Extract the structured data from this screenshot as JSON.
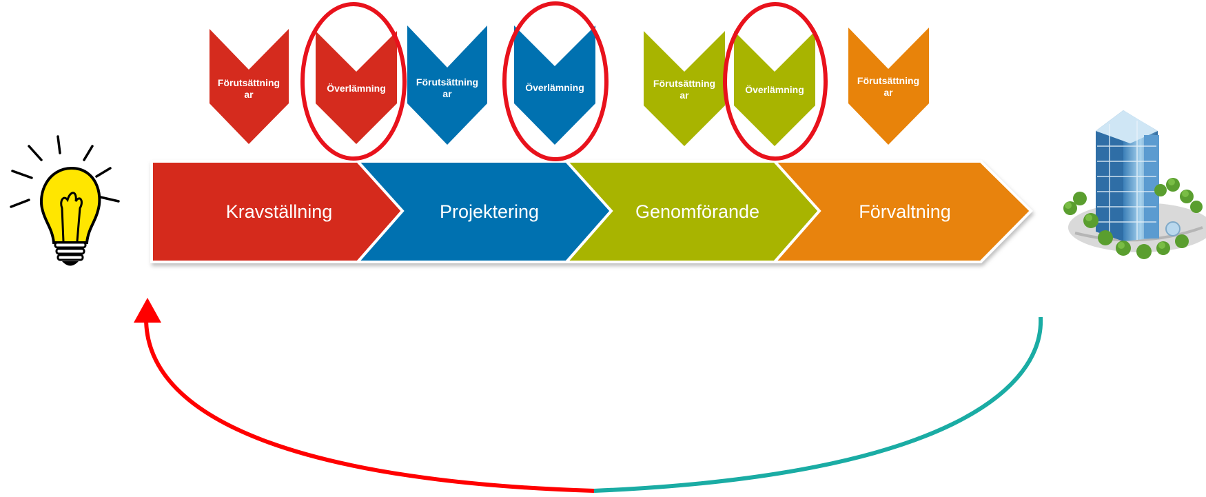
{
  "phases": [
    {
      "label": "Kravställning",
      "color": "#d52b1e"
    },
    {
      "label": "Projektering",
      "color": "#0071b0"
    },
    {
      "label": "Genomförande",
      "color": "#a8b400"
    },
    {
      "label": "Förvaltning",
      "color": "#e8830a"
    }
  ],
  "inputs": [
    {
      "label_line1": "Förutsättning",
      "label_line2": "ar",
      "color": "#d52b1e"
    },
    {
      "label_line1": "Förutsättning",
      "label_line2": "ar",
      "color": "#0071b0"
    },
    {
      "label_line1": "Förutsättning",
      "label_line2": "ar",
      "color": "#a8b400"
    },
    {
      "label_line1": "Förutsättning",
      "label_line2": "ar",
      "color": "#e8830a"
    }
  ],
  "handovers": [
    {
      "label": "Överlämning",
      "color": "#d52b1e",
      "highlighted": true
    },
    {
      "label": "Överlämning",
      "color": "#0071b0",
      "highlighted": true
    },
    {
      "label": "Överlämning",
      "color": "#a8b400",
      "highlighted": true
    }
  ],
  "icons": {
    "start": "light-bulb-icon",
    "end": "office-building-icon"
  },
  "feedback_loop": {
    "left_color": "#ff0000",
    "right_color": "#1aaca4",
    "highlight_color": "#e8121c"
  }
}
